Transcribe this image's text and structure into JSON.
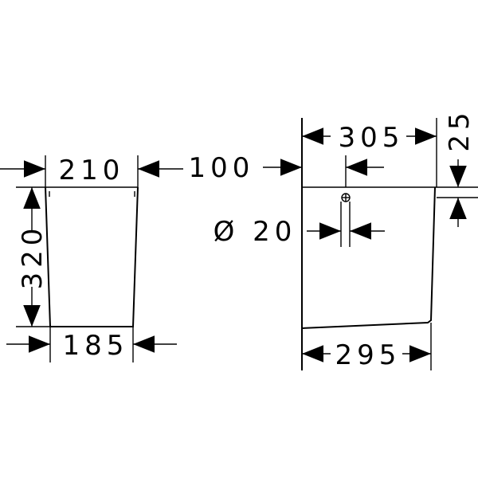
{
  "drawing": {
    "front_view": {
      "top_width": "210",
      "bottom_width": "185",
      "height": "320"
    },
    "side_view": {
      "offset": "100",
      "top_depth": "305",
      "bottom_depth": "295",
      "hole_diameter": "Ø 20",
      "top_thickness": "25"
    }
  }
}
